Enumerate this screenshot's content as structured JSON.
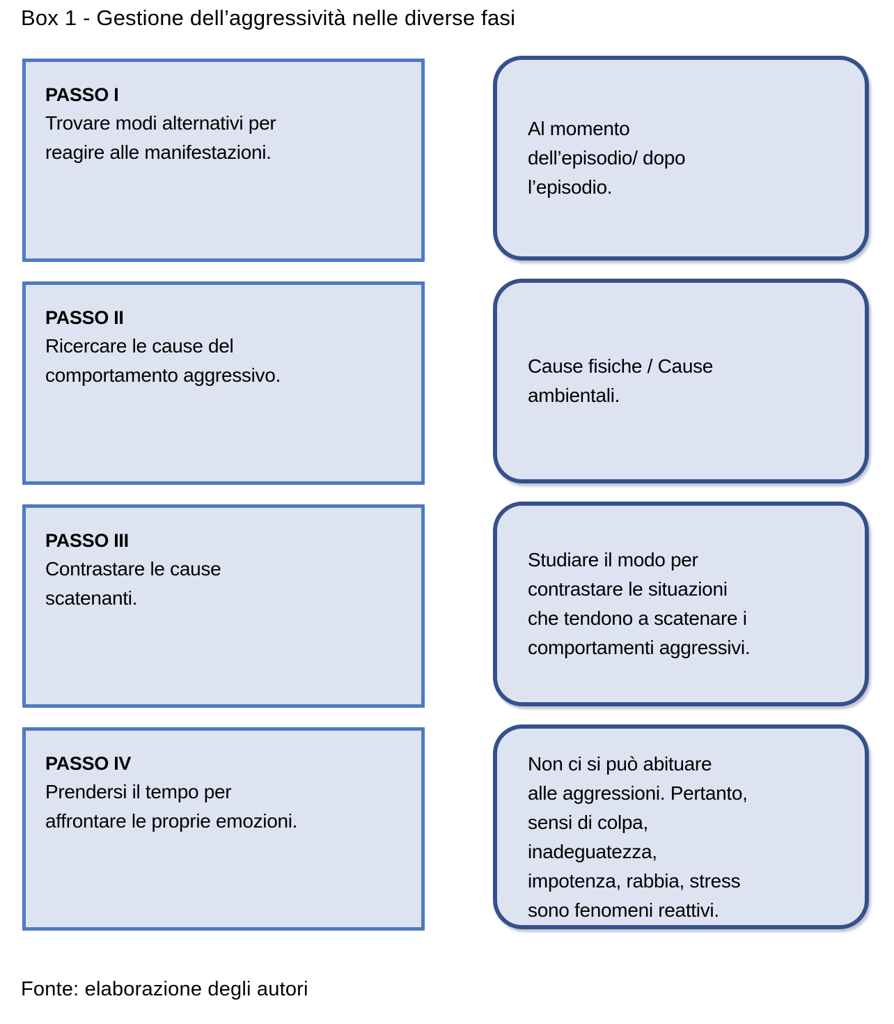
{
  "figure": {
    "title": "Box 1 - Gestione dell’aggressività  nelle diverse fasi",
    "source_note": "Fonte: elaborazione  degli  autori",
    "colors": {
      "step_card_fill": "#dde3f1",
      "step_card_border": "#4f7ac0",
      "note_card_fill": "#dde3f1",
      "note_card_border": "#35518c",
      "text": "#000000",
      "page_background": "#ffffff"
    },
    "rows": [
      {
        "step_label": "PASSO I",
        "step_text": "Trovare modi alternativi per\nreagire alle manifestazioni.",
        "note_text": "Al momento\ndell’episodio/ dopo\nl’episodio.",
        "note_valign": "center"
      },
      {
        "step_label": "PASSO II",
        "step_text": "Ricercare le cause del\ncomportamento aggressivo.",
        "note_text": "Cause fisiche / Cause\nambientali.",
        "note_valign": "center"
      },
      {
        "step_label": "PASSO III",
        "step_text": "Contrastare le cause\nscatenanti.",
        "note_text": "Studiare il modo per\ncontrastare le situazioni\nche tendono a scatenare i\ncomportamenti aggressivi.",
        "note_valign": "center"
      },
      {
        "step_label": "PASSO IV",
        "step_text": "Prendersi il tempo per\naffrontare le proprie emozioni.",
        "note_text": "Non ci si può abituare\nalle aggressioni. Pertanto,\nsensi di colpa,\ninadeguatezza,\nimpotenza, rabbia, stress\nsono fenomeni reattivi.",
        "note_valign": "top"
      }
    ]
  }
}
